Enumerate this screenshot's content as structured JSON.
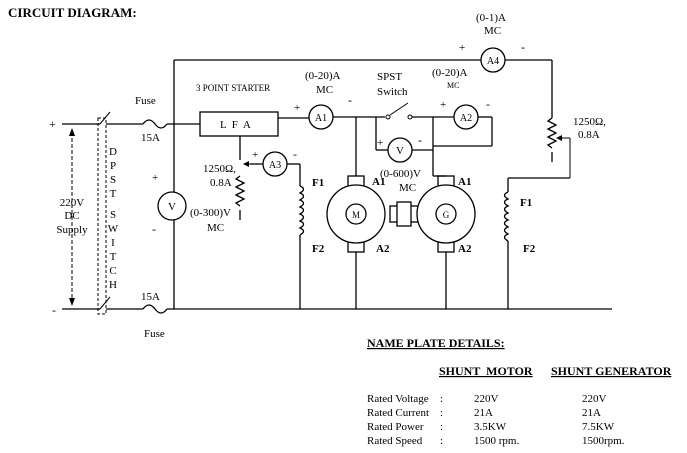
{
  "title": "CIRCUIT DIAGRAM:",
  "supply": {
    "plus": "+",
    "minus": "-",
    "voltage": "220V",
    "type": "DC",
    "label": "Supply",
    "switch_letters": [
      "D",
      "P",
      "S",
      "T",
      "S",
      "W",
      "I",
      "T",
      "C",
      "H"
    ],
    "fuse_top": "Fuse",
    "fuse_bottom": "Fuse",
    "fuse_top_rating": "15A",
    "fuse_bottom_rating": "15A"
  },
  "starter": {
    "label": "3 POINT STARTER",
    "terminals": "L  F  A"
  },
  "voltmeter_supply": {
    "symbol": "V",
    "range": "(0-300)V",
    "type": "MC",
    "plus": "+",
    "minus": "-"
  },
  "field_rheostat_motor": {
    "rating_1": "1250Ω,",
    "rating_2": "0.8A"
  },
  "ammeter_a1": {
    "symbol": "A1",
    "range": "(0-20)A",
    "type": "MC",
    "plus": "+",
    "minus": "-"
  },
  "ammeter_a2": {
    "symbol": "A2",
    "range": "(0-20)A",
    "type": "MC",
    "plus": "+",
    "minus": "-"
  },
  "ammeter_a3": {
    "symbol": "A3",
    "plus": "+",
    "minus": "-"
  },
  "ammeter_a4": {
    "symbol": "A4",
    "range": "(0-1)A",
    "type": "MC",
    "plus": "+",
    "minus": "-"
  },
  "spst": {
    "line1": "SPST",
    "line2": "Switch"
  },
  "voltmeter_gen": {
    "symbol": "V",
    "range": "(0-600)V",
    "type": "MC",
    "plus": "+",
    "minus": "-"
  },
  "field_rheostat_gen": {
    "rating_1": "1250Ω,",
    "rating_2": "0.8A"
  },
  "motor": {
    "symbol": "M",
    "a1": "A1",
    "a2": "A2",
    "f1": "F1",
    "f2": "F2"
  },
  "generator": {
    "symbol": "G",
    "a1": "A1",
    "a2": "A2",
    "f1": "F1",
    "f2": "F2"
  },
  "nameplate": {
    "heading": "NAME PLATE DETAILS:",
    "col_motor": "SHUNT  MOTOR",
    "col_generator": "SHUNT GENERATOR",
    "rows": [
      {
        "label": "Rated Voltage",
        "sep": ":",
        "motor": "220V",
        "generator": "220V"
      },
      {
        "label": "Rated Current",
        "sep": ":",
        "motor": "21A",
        "generator": "21A"
      },
      {
        "label": "Rated Power",
        "sep": ":",
        "motor": "3.5KW",
        "generator": "7.5KW"
      },
      {
        "label": "Rated Speed",
        "sep": ":",
        "motor": "1500 rpm.",
        "generator": "1500rpm."
      }
    ]
  }
}
